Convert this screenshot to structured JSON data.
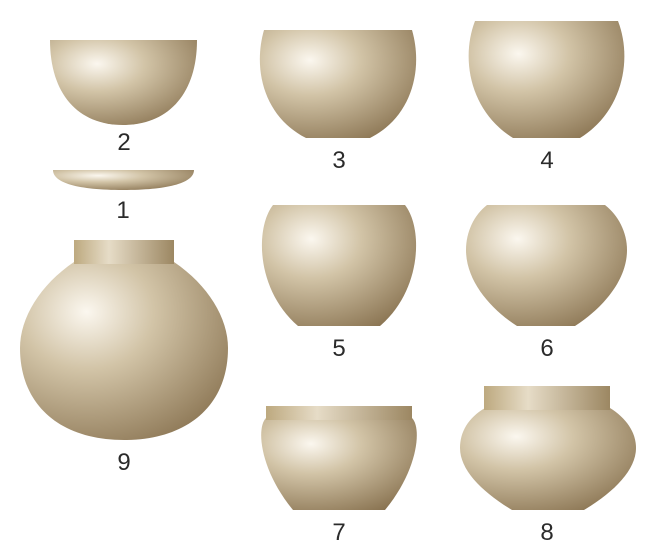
{
  "diagram": {
    "fill_colors": {
      "highlight": "#fbf7ef",
      "mid": "#d2c4a7",
      "shadow": "#8a7452",
      "rim": "#c9b995",
      "rim_dark": "#9c8762"
    },
    "vessels": [
      {
        "id": "vessel-1",
        "number": "1",
        "shape": "shallow-dish"
      },
      {
        "id": "vessel-2",
        "number": "2",
        "shape": "hemispherical-bowl"
      },
      {
        "id": "vessel-3",
        "number": "3",
        "shape": "deep-bowl"
      },
      {
        "id": "vessel-4",
        "number": "4",
        "shape": "restricted-bowl"
      },
      {
        "id": "vessel-5",
        "number": "5",
        "shape": "globular-bowl"
      },
      {
        "id": "vessel-6",
        "number": "6",
        "shape": "shouldered-bowl"
      },
      {
        "id": "vessel-7",
        "number": "7",
        "shape": "collared-bowl"
      },
      {
        "id": "vessel-8",
        "number": "8",
        "shape": "necked-carinated-jar"
      },
      {
        "id": "vessel-9",
        "number": "9",
        "shape": "globular-necked-jar"
      }
    ]
  }
}
